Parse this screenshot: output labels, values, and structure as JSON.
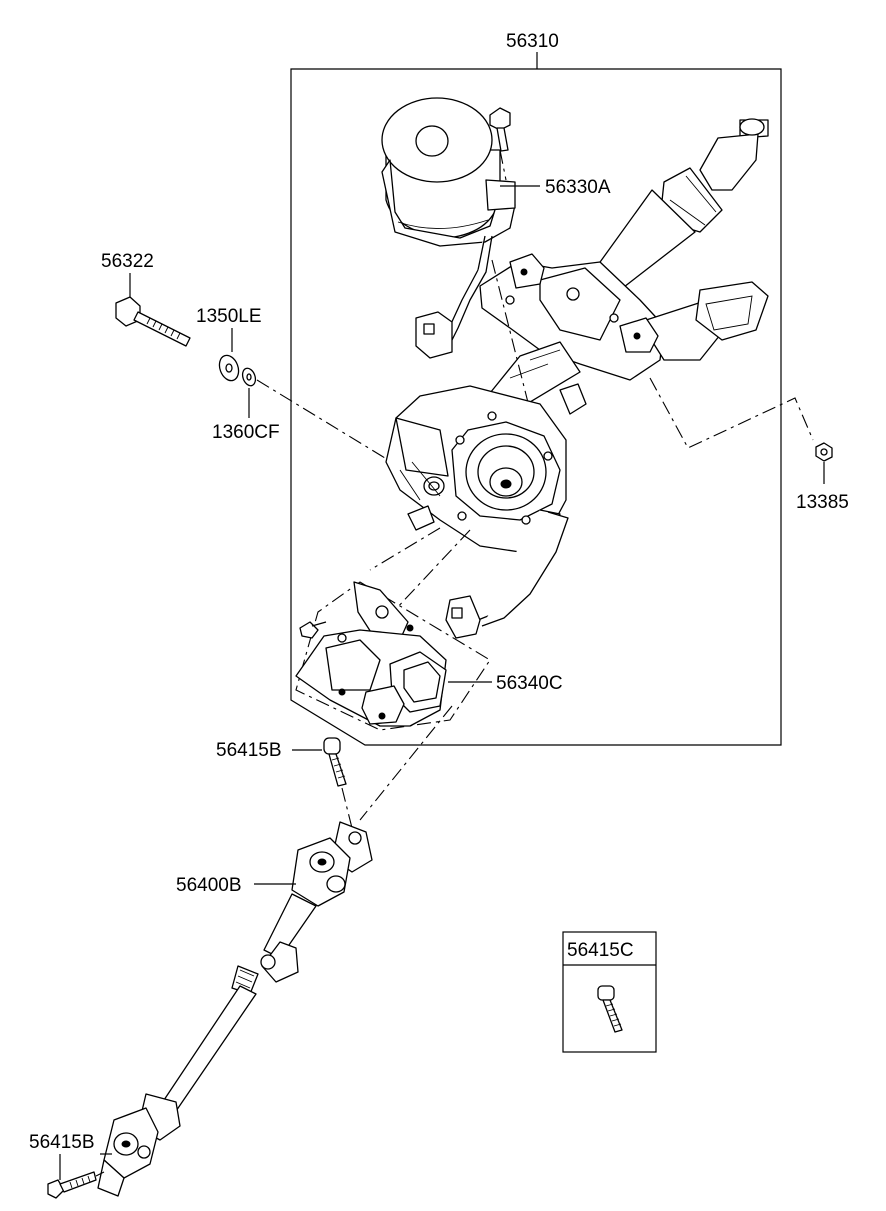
{
  "labels": {
    "assembly": "56310",
    "motor_bolt": "56330A",
    "bolt": "56322",
    "washer": "1350LE",
    "spring_washer": "1360CF",
    "nut": "13385",
    "module": "56340C",
    "joint_bolt_upper": "56415B",
    "joint": "56400B",
    "joint_bolt_lower": "56415B",
    "inset_bolt": "56415C"
  }
}
